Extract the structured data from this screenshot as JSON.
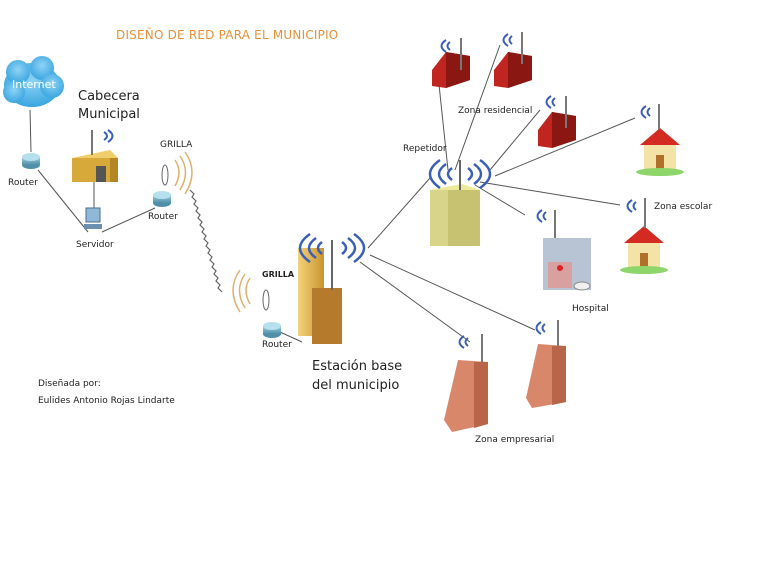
{
  "title": "DISEÑO DE RED PARA EL MUNICIPIO",
  "nodes": {
    "internet": "Internet",
    "router_left": "Router",
    "cabecera": "Cabecera Municipal",
    "cabecera_line1": "Cabecera",
    "cabecera_line2": "Municipal",
    "servidor": "Servidor",
    "router_center": "Router",
    "grilla_top": "GRILLA",
    "grilla_bottom": "GRILLA",
    "router_base": "Router",
    "estacion_line1": "Estación base",
    "estacion_line2": "del municipio",
    "repetidor": "Repetidor",
    "zona_residencial": "Zona residencial",
    "zona_escolar": "Zona escolar",
    "hospital": "Hospital",
    "zona_empresarial": "Zona empresarial"
  },
  "credits": {
    "line1": "Diseñada por:",
    "line2": "Eulides Antonio Rojas Lindarte"
  },
  "colors": {
    "title": "#e8913a",
    "cloud": "#4fb3e6",
    "signal": "#3a5fb8",
    "grilla_wave": "#e0b070",
    "house_red": "#c0251f",
    "building_yellow": "#d8d48a",
    "tower_gold": "#e2b84a",
    "office_pink": "#d9876a"
  }
}
